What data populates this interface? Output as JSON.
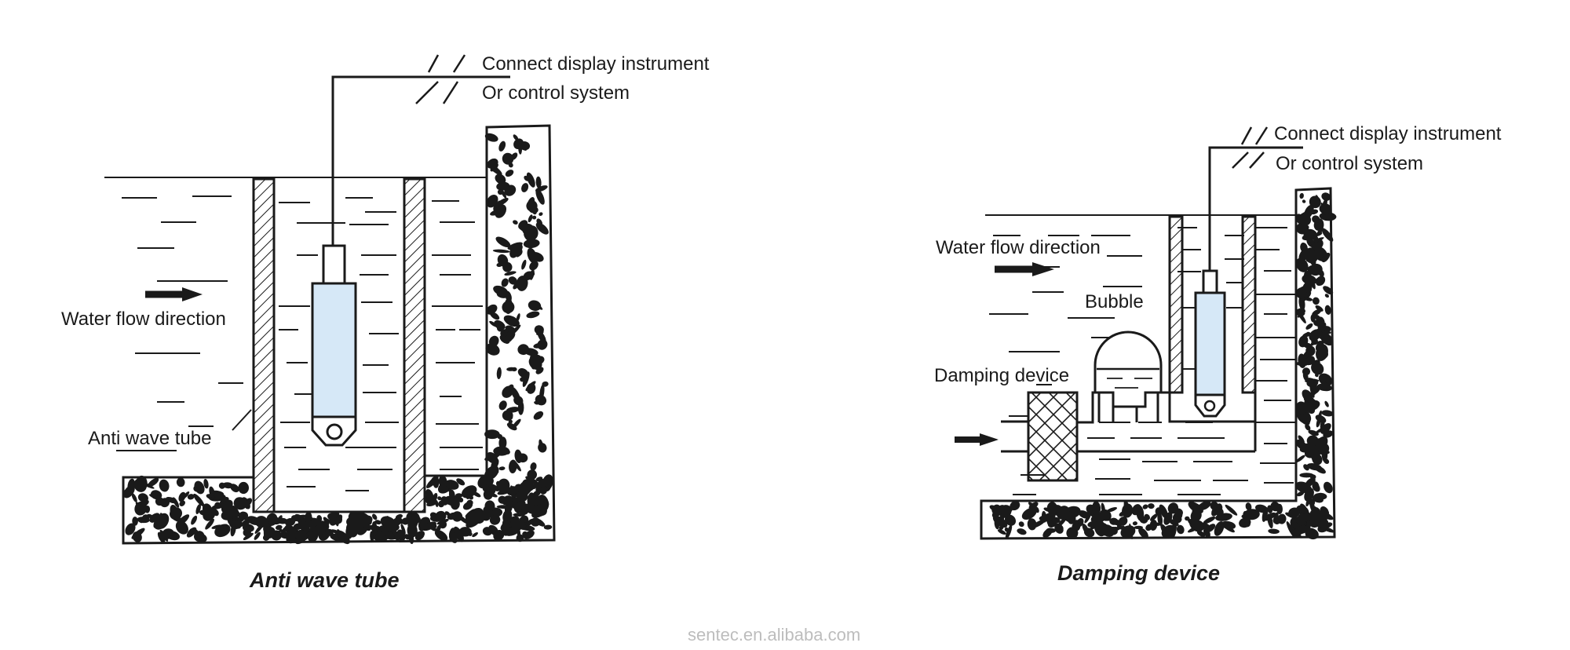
{
  "left_diagram": {
    "connect_line1": "Connect display instrument",
    "connect_line2": "Or control system",
    "water_flow": "Water flow direction",
    "tube_label": "Anti wave tube",
    "caption": "Anti wave tube"
  },
  "right_diagram": {
    "connect_line1": "Connect display instrument",
    "connect_line2": "Or control system",
    "water_flow": "Water flow direction",
    "bubble_label": "Bubble",
    "damping_label": "Damping device",
    "caption": "Damping device"
  },
  "watermark": "sentec.en.alibaba.com",
  "colors": {
    "line": "#1a1a1a",
    "sensor_fill": "#d6e8f7",
    "background": "#ffffff",
    "watermark": "#bdbdbd"
  }
}
